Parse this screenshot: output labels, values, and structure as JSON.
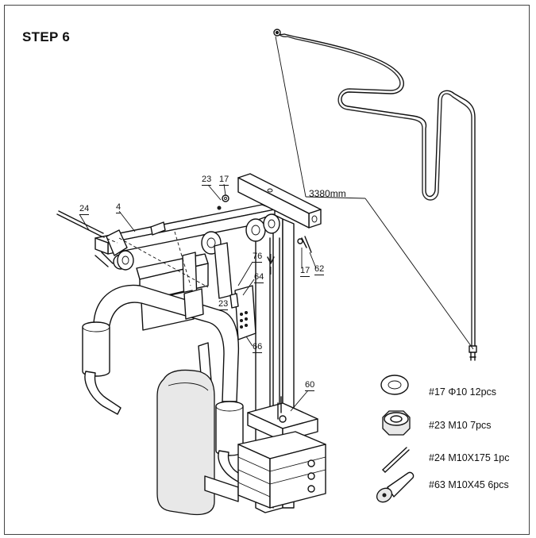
{
  "step_title": "STEP 6",
  "cable_length": "3380mm",
  "callouts": {
    "c23": "23",
    "c17_top": "17",
    "c24": "24",
    "c4": "4",
    "c76": "76",
    "c64": "64",
    "c23_mid": "23",
    "c66": "66",
    "c17_right": "17",
    "c62": "62",
    "c60": "60"
  },
  "parts": [
    {
      "label": "#17 Φ10 12pcs",
      "icon": "washer-icon"
    },
    {
      "label": "#23 M10 7pcs",
      "icon": "nut-icon"
    },
    {
      "label": "#24 M10X175 1pc",
      "icon": "rod-icon"
    },
    {
      "label": "#63 M10X45 6pcs",
      "icon": "bolt-icon"
    }
  ]
}
